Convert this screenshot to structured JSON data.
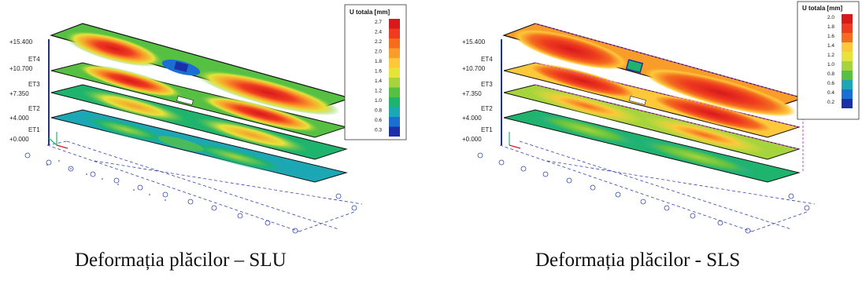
{
  "panels": [
    {
      "caption": "Deformația plăcilor – SLU",
      "legend": {
        "title": "U totala [mm]",
        "ticks": [
          "2.7",
          "2.4",
          "2.2",
          "2.0",
          "1.8",
          "1.6",
          "1.4",
          "1.2",
          "1.0",
          "0.8",
          "0.6",
          "0.3"
        ]
      },
      "levels": [
        {
          "name": "",
          "elev": "+15.400"
        },
        {
          "name": "ET4",
          "elev": "+10.700"
        },
        {
          "name": "ET3",
          "elev": "+7.350"
        },
        {
          "name": "ET2",
          "elev": "+4.000"
        },
        {
          "name": "ET1",
          "elev": "+0.000"
        }
      ]
    },
    {
      "caption": "Deformația plăcilor - SLS",
      "legend": {
        "title": "U totala [mm]",
        "ticks": [
          "2.0",
          "1.8",
          "1.6",
          "1.4",
          "1.2",
          "1.0",
          "0.8",
          "0.6",
          "0.4",
          "0.2"
        ]
      },
      "levels": [
        {
          "name": "",
          "elev": "+15.400"
        },
        {
          "name": "ET4",
          "elev": "+10.700"
        },
        {
          "name": "ET3",
          "elev": "+7.350"
        },
        {
          "name": "ET2",
          "elev": "+4.000"
        },
        {
          "name": "ET1",
          "elev": "+0.000"
        }
      ]
    }
  ],
  "colors": {
    "scale": [
      "#d7191c",
      "#ef3b1f",
      "#f46d1f",
      "#f99d2a",
      "#fdc83a",
      "#e6e33b",
      "#a6d43d",
      "#56c043",
      "#1fb46e",
      "#1ca7b5",
      "#1c6fd2",
      "#1a2fa8"
    ]
  }
}
